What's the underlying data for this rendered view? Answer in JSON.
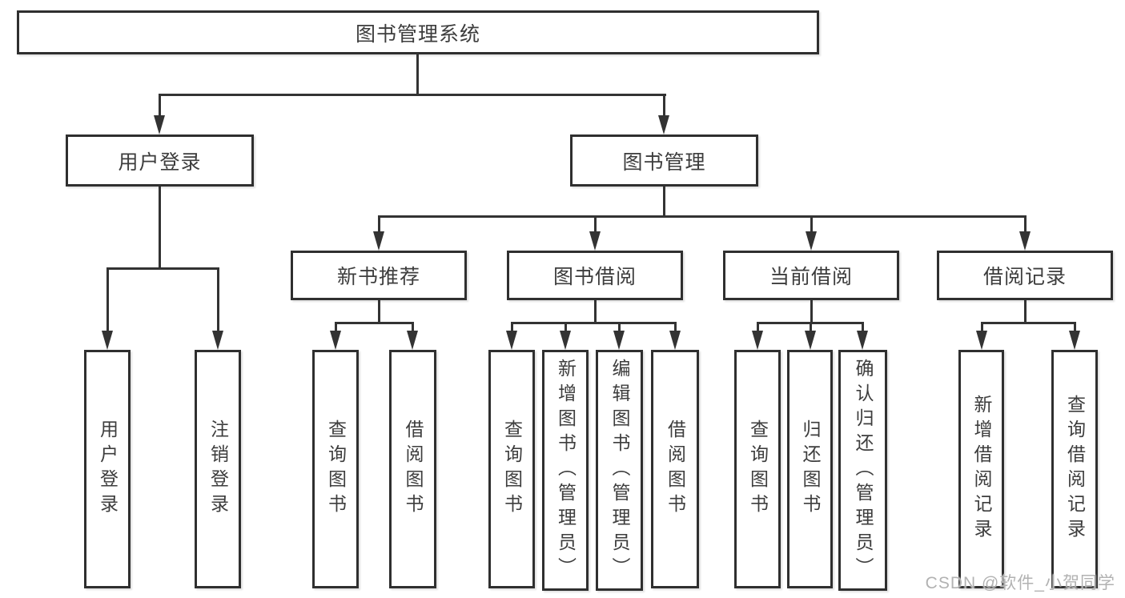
{
  "diagram_title": "图书管理系统",
  "colors": {
    "line": "#333333",
    "box_border": "#2f2f2f",
    "box_fill": "#ffffff",
    "text": "#3d3d3d",
    "watermark": "#b2b2b2",
    "background": "#ffffff"
  },
  "root": {
    "label": "图书管理系统"
  },
  "level1": [
    {
      "label": "用户登录"
    },
    {
      "label": "图书管理"
    }
  ],
  "level2": [
    {
      "label": "新书推荐"
    },
    {
      "label": "图书借阅"
    },
    {
      "label": "当前借阅"
    },
    {
      "label": "借阅记录"
    }
  ],
  "leaves": {
    "user_login": [
      {
        "label": "用户登录"
      },
      {
        "label": "注销登录"
      }
    ],
    "new_book": [
      {
        "label": "查询图书"
      },
      {
        "label": "借阅图书"
      }
    ],
    "book_borrow": [
      {
        "label": "查询图书"
      },
      {
        "label": "新增图书（管理员）"
      },
      {
        "label": "编辑图书（管理员）"
      },
      {
        "label": "借阅图书"
      }
    ],
    "current_borrow": [
      {
        "label": "查询图书"
      },
      {
        "label": "归还图书"
      },
      {
        "label": "确认归还（管理员）"
      }
    ],
    "borrow_record": [
      {
        "label": "新增借阅记录"
      },
      {
        "label": "查询借阅记录"
      }
    ]
  },
  "watermark": {
    "text": "CSDN @软件_小贺同学"
  }
}
